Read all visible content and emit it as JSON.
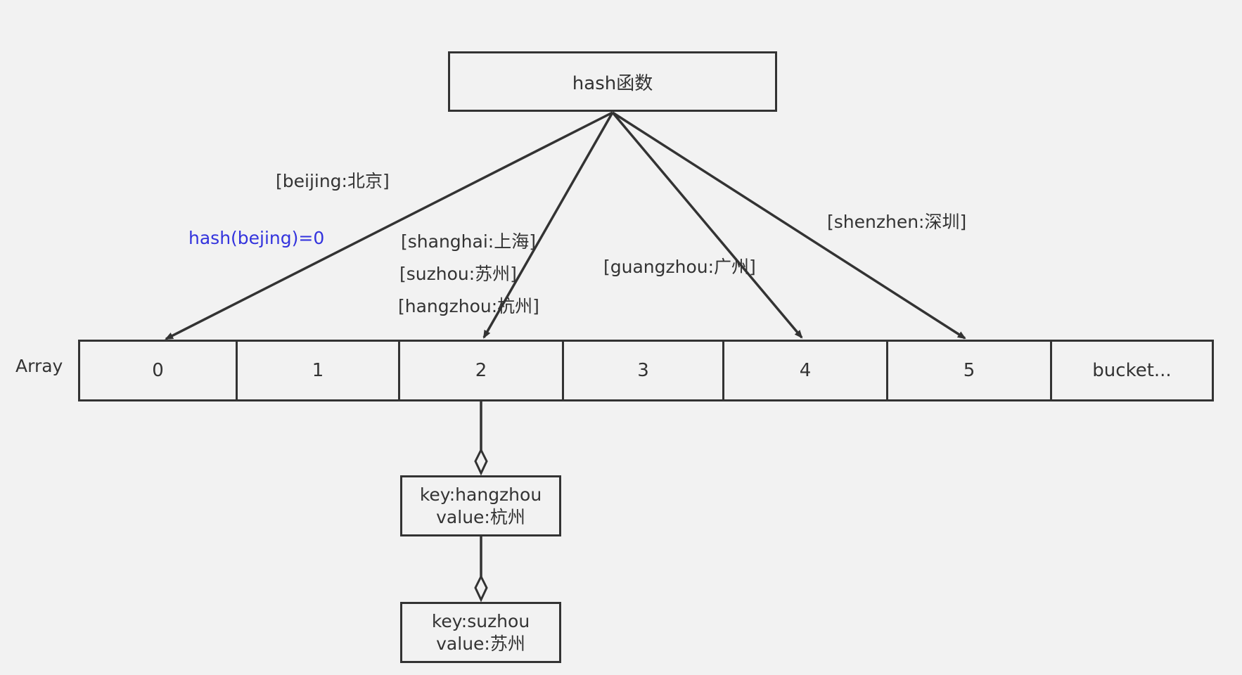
{
  "diagram": {
    "hash_function": {
      "label": "hash函数"
    },
    "array": {
      "label": "Array",
      "buckets": [
        "0",
        "1",
        "2",
        "3",
        "4",
        "5",
        "bucket..."
      ]
    },
    "edge_labels": {
      "beijing": "[beijing:北京]",
      "hash_example": "hash(bejing)=0",
      "shanghai": "[shanghai:上海]",
      "suzhou": "[suzhou:苏州]",
      "hangzhou": "[hangzhou:杭州]",
      "guangzhou": "[guangzhou:广州]",
      "shenzhen": "[shenzhen:深圳]"
    },
    "chain_nodes": [
      {
        "key": "key:hangzhou",
        "value": "value:杭州"
      },
      {
        "key": "key:suzhou",
        "value": "value:苏州"
      }
    ],
    "colors": {
      "background": "#f2f2f2",
      "stroke": "#333333",
      "highlight_text": "#3333dd"
    }
  }
}
